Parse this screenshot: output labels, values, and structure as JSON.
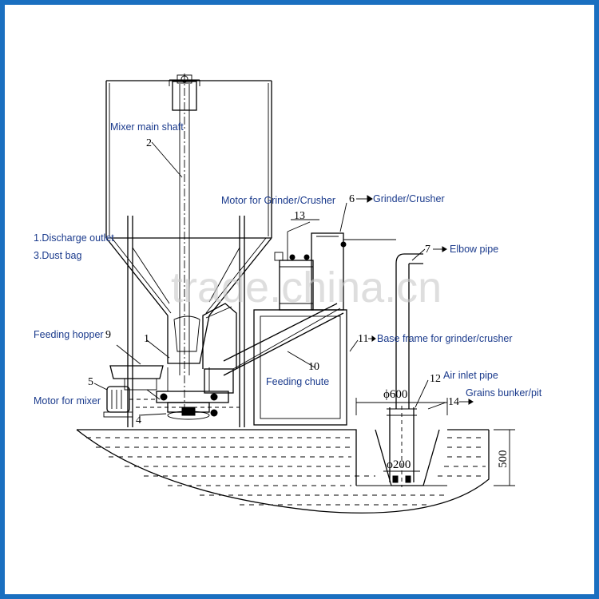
{
  "labels": {
    "mixer_main_shaft": "Mixer main shaft",
    "motor_grinder": "Motor for Grinder/Crusher",
    "grinder": "Grinder/Crusher",
    "discharge_outlet": "1.Discharge outlet",
    "dust_bag": "3.Dust bag",
    "elbow_pipe": "Elbow pipe",
    "feeding_hopper": "Feeding hopper",
    "base_frame": "Base frame for grinder/crusher",
    "air_inlet_pipe": "Air inlet pipe",
    "grains_bunker": "Grains bunker/pit",
    "feeding_chute": "Feeding chute",
    "motor_mixer": "Motor for mixer"
  },
  "numbers": {
    "n1": "1",
    "n2": "2",
    "n4": "4",
    "n5": "5",
    "n6": "6",
    "n7": "7",
    "n9": "9",
    "n10": "10",
    "n11": "11",
    "n12": "12",
    "n13": "13",
    "n14": "14"
  },
  "dimensions": {
    "pit_width": "ϕ600",
    "pipe_diameter": "ϕ200",
    "pit_depth": "500"
  },
  "watermark": "trade.china.cn",
  "colors": {
    "border": "#1a6fc0",
    "label_text": "#1a3a8c",
    "watermark": "#c8c8c8"
  }
}
